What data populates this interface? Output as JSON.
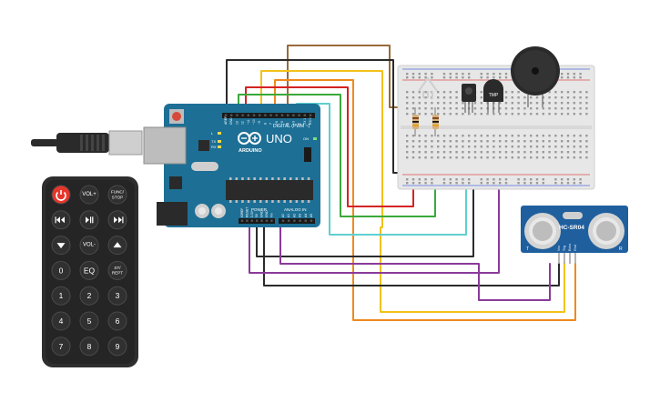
{
  "arduino": {
    "brand": "ARDUINO",
    "model": "UNO",
    "digital_header": "DIGITAL (PWM ~)",
    "power_header": "POWER",
    "analog_header": "ANALOG IN",
    "tx_label": "TX",
    "rx_label": "RX",
    "l_label": "L",
    "on_label": "ON",
    "digital_pins": [
      "AREF",
      "GND",
      "13",
      "12",
      "~11",
      "~10",
      "~9",
      "8",
      "7",
      "~6",
      "~5",
      "4",
      "~3",
      "2",
      "TX 1",
      "RX 0"
    ],
    "power_pins": [
      "IOREF",
      "RESET",
      "3.3V",
      "5V",
      "GND",
      "GND",
      "Vin"
    ],
    "analog_pins": [
      "A0",
      "A1",
      "A2",
      "A3",
      "A4",
      "A5"
    ]
  },
  "sensor": {
    "model": "HC-SR04",
    "pins": [
      "Vcc",
      "Trig",
      "Echo",
      "Gnd"
    ],
    "mark_t": "T",
    "mark_r": "R"
  },
  "temp_sensor": {
    "label": "TMP"
  },
  "remote": {
    "buttons": [
      {
        "id": "power",
        "label": "",
        "icon": "power-icon",
        "color": "#e8352b"
      },
      {
        "id": "vol_up",
        "label": "VOL+",
        "icon": "",
        "color": "#303030"
      },
      {
        "id": "func_stop",
        "label": "FUNC/\nSTOP",
        "icon": "",
        "color": "#303030"
      },
      {
        "id": "prev",
        "label": "",
        "icon": "skip-back-icon",
        "color": "#303030"
      },
      {
        "id": "play_pause",
        "label": "",
        "icon": "play-pause-icon",
        "color": "#303030"
      },
      {
        "id": "next",
        "label": "",
        "icon": "skip-forward-icon",
        "color": "#303030"
      },
      {
        "id": "down",
        "label": "",
        "icon": "arrow-down-icon",
        "color": "#303030"
      },
      {
        "id": "vol_down",
        "label": "VOL-",
        "icon": "",
        "color": "#303030"
      },
      {
        "id": "up",
        "label": "",
        "icon": "arrow-up-icon",
        "color": "#303030"
      },
      {
        "id": "n0",
        "label": "0",
        "icon": "",
        "color": "#303030"
      },
      {
        "id": "eq",
        "label": "EQ",
        "icon": "",
        "color": "#303030"
      },
      {
        "id": "st_rept",
        "label": "ST/\nREPT",
        "icon": "",
        "color": "#303030"
      },
      {
        "id": "n1",
        "label": "1",
        "icon": "",
        "color": "#303030"
      },
      {
        "id": "n2",
        "label": "2",
        "icon": "",
        "color": "#303030"
      },
      {
        "id": "n3",
        "label": "3",
        "icon": "",
        "color": "#303030"
      },
      {
        "id": "n4",
        "label": "4",
        "icon": "",
        "color": "#303030"
      },
      {
        "id": "n5",
        "label": "5",
        "icon": "",
        "color": "#303030"
      },
      {
        "id": "n6",
        "label": "6",
        "icon": "",
        "color": "#303030"
      },
      {
        "id": "n7",
        "label": "7",
        "icon": "",
        "color": "#303030"
      },
      {
        "id": "n8",
        "label": "8",
        "icon": "",
        "color": "#303030"
      },
      {
        "id": "n9",
        "label": "9",
        "icon": "",
        "color": "#303030"
      }
    ]
  },
  "colors": {
    "arduino_board": "#1d6f95",
    "breadboard": "#e7e7e7",
    "sensor_board": "#1f5f9e",
    "wire_black": "#2b2b2b",
    "wire_red": "#d42323",
    "wire_green": "#3aa93a",
    "wire_cyan": "#5fcfcf",
    "wire_orange": "#ee8a1d",
    "wire_yellow": "#f2c21a",
    "wire_brown": "#9a6a3a",
    "wire_purple": "#8a3a9a"
  }
}
